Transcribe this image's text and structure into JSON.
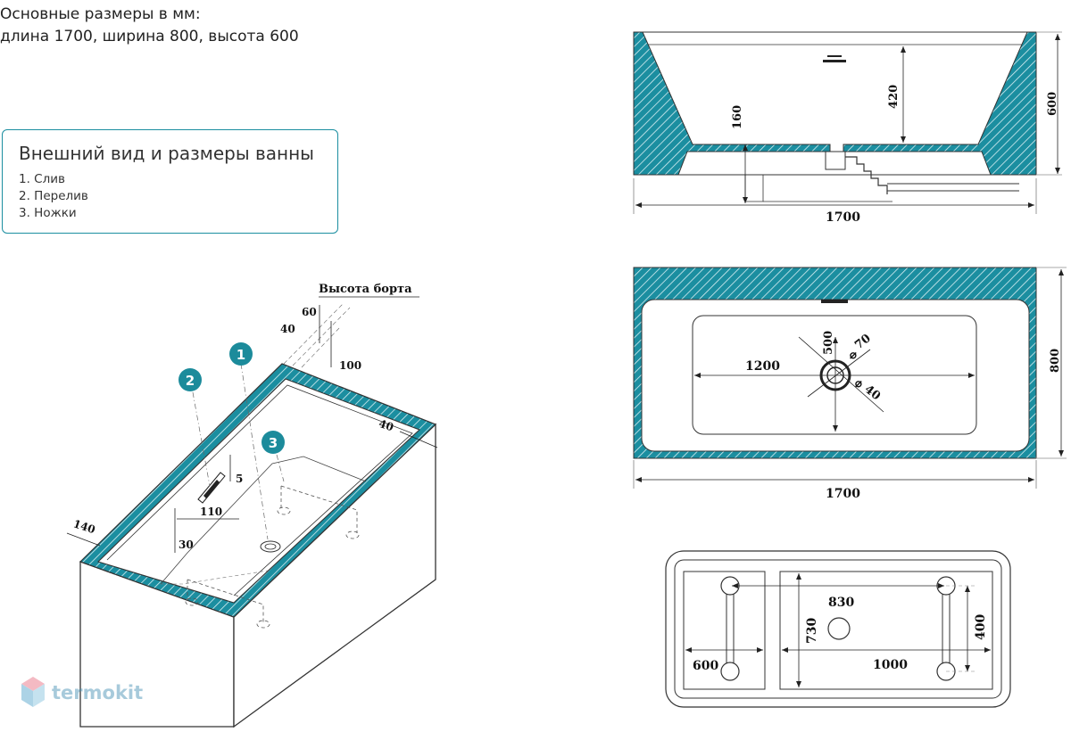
{
  "header": {
    "line1": "Основные размеры в мм:",
    "line2": "длина 1700, ширина 800, высота 600"
  },
  "legend": {
    "title": "Внешний вид и размеры ванны",
    "items": [
      "1. Слив",
      "2. Перелив",
      "3. Ножки"
    ]
  },
  "iso": {
    "markers": [
      "1",
      "2",
      "3"
    ],
    "rim_height_label": "Высота борта",
    "dims": {
      "d60": "60",
      "d40a": "40",
      "d100": "100",
      "d40b": "40",
      "d5": "5",
      "d110": "110",
      "d140": "140",
      "d30": "30"
    }
  },
  "side_view": {
    "height": "600",
    "depth": "420",
    "drain_height": "160",
    "length": "1700"
  },
  "top_view": {
    "width": "800",
    "length": "1700",
    "bowl_length": "1200",
    "bowl_offset": "500",
    "diam_outer": "70",
    "diam_inner": "40"
  },
  "bottom_view": {
    "leg_span": "830",
    "leg_width": "730",
    "leg_length": "400",
    "d600": "600",
    "d1000": "1000"
  },
  "watermark": {
    "text": "termokit"
  },
  "colors": {
    "teal": "#1b8ea0",
    "marker": "#1c8b9b",
    "line": "#333333"
  }
}
